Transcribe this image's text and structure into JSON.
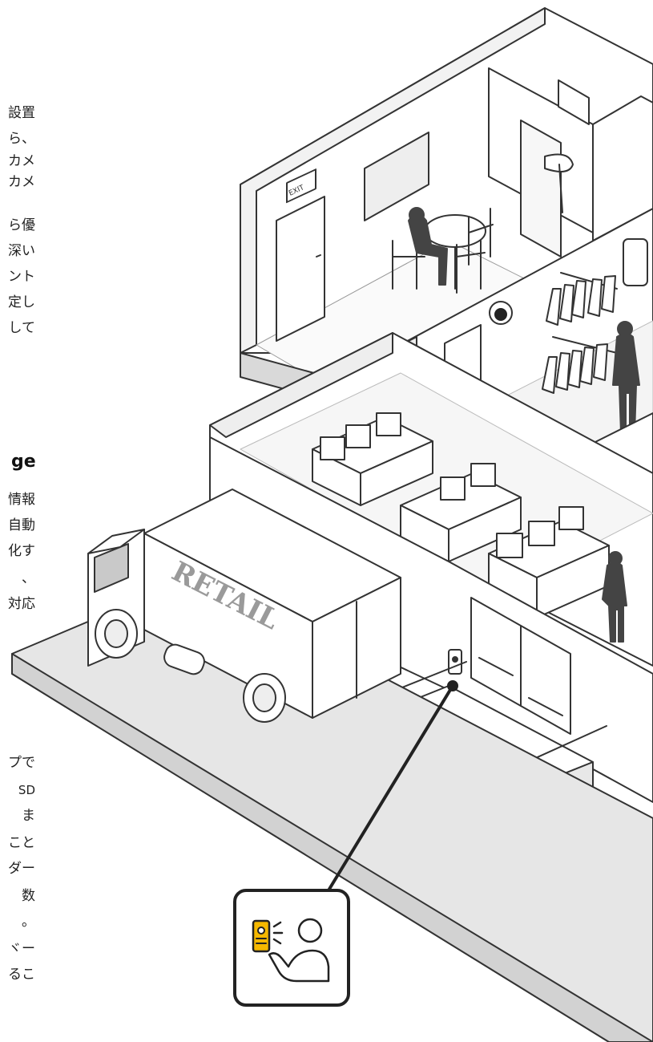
{
  "page": {
    "heading_fragment": "ge"
  },
  "text_fragments": {
    "block1": [
      "設置",
      "ら、",
      "カメ",
      "カメ",
      "ら優",
      "深い",
      "ント",
      "定し",
      "して"
    ],
    "block2": [
      "情報",
      "自動",
      "化す",
      "、",
      "対応"
    ],
    "block3": [
      "プで",
      "SD",
      "ま",
      "こと",
      "ダー",
      "数",
      "。",
      "ヾー",
      "るこ"
    ]
  },
  "illustration": {
    "truck_label": "RETAIL",
    "exit_sign": "EXIT",
    "callout_icon": "intercom-visitor-icon",
    "accent_color": "#f5b800",
    "line_color": "#333333",
    "floor_color": "#d9d9d9"
  }
}
